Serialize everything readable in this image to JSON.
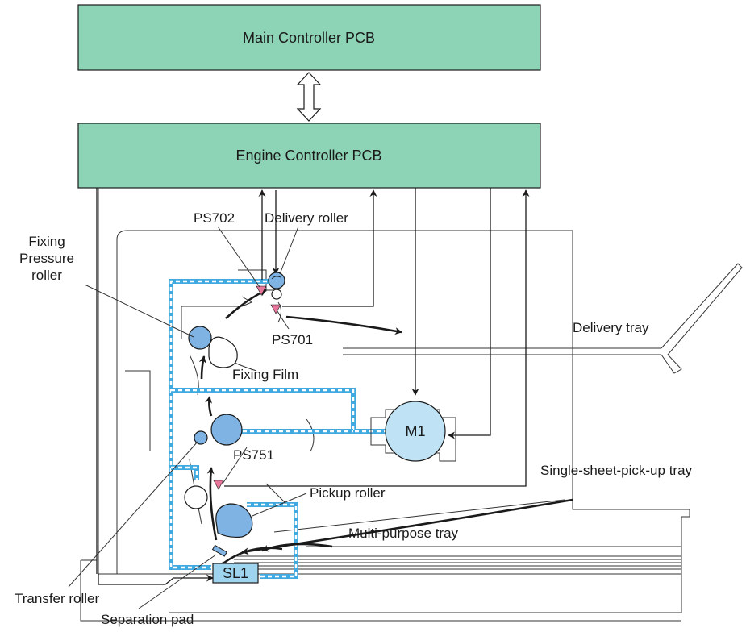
{
  "boxes": {
    "main_controller": "Main Controller PCB",
    "engine_controller": "Engine Controller PCB",
    "motor": "M1",
    "solenoid": "SL1"
  },
  "labels": {
    "ps702": "PS702",
    "delivery_roller": "Delivery roller",
    "fixing_pressure_roller_1": "Fixing",
    "fixing_pressure_roller_2": "Pressure",
    "fixing_pressure_roller_3": "roller",
    "delivery_tray": "Delivery tray",
    "ps701": "PS701",
    "fixing_film": "Fixing Film",
    "ps751": "PS751",
    "single_sheet_tray": "Single-sheet-pick-up tray",
    "pickup_roller": "Pickup roller",
    "multi_purpose_tray": "Multi-purpose tray",
    "transfer_roller": "Transfer roller",
    "separation_pad": "Separation pad"
  },
  "colors": {
    "pcb_fill": "#8dd3b6",
    "motor_fill": "#bfe3f5",
    "solenoid_fill": "#9fd4ef",
    "wiring": "#3fa9e0",
    "roller": "#7eb3e4",
    "sensor": "#e8769a"
  }
}
